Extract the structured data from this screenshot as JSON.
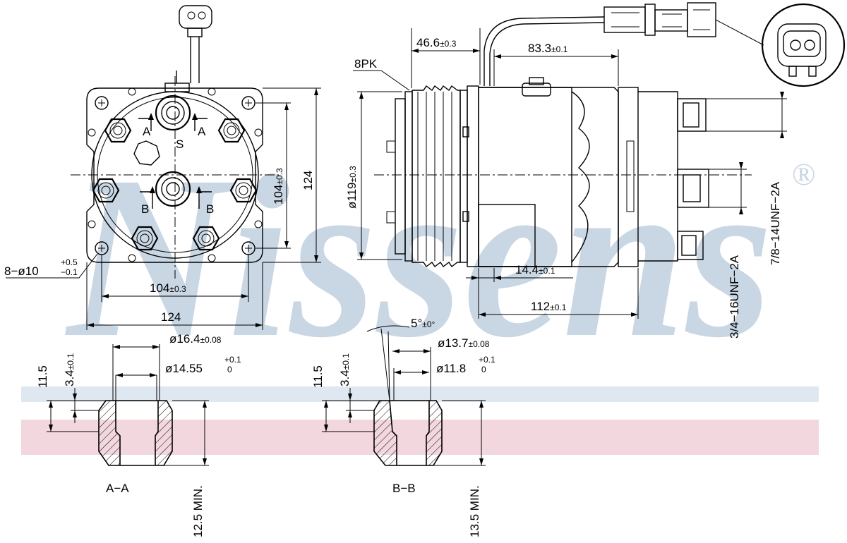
{
  "watermark": {
    "brand": "Nissens",
    "registered": "®",
    "color": "#c9d6e4",
    "band_blue": "#dfe8f1",
    "band_pink": "#f3d7de"
  },
  "front_view": {
    "label_a": "A",
    "label_s": "S",
    "label_b": "B",
    "dim_bolt_width": "104",
    "dim_bolt_width_tol": "±0.3",
    "dim_overall_width": "124",
    "dim_bolt_height": "104",
    "dim_bolt_height_tol": "±0.3",
    "dim_overall_height": "124",
    "holes_base": "8−ø10",
    "holes_tol_upper": "+0.5",
    "holes_tol_lower": "−0.1"
  },
  "side_view": {
    "belt": "8PK",
    "dim_pulley_width": "46.6",
    "dim_pulley_width_tol": "±0.3",
    "dim_body": "83.3",
    "dim_body_tol": "±0.1",
    "dim_pulley_dia": "ø119",
    "dim_pulley_dia_tol": "±0.3",
    "dim_offset": "14.4",
    "dim_offset_tol": "±0.1",
    "dim_length": "112",
    "dim_length_tol": "±0.1",
    "thread_upper": "7/8−14UNF−2A",
    "thread_lower": "3/4−16UNF−2A"
  },
  "section_aa": {
    "label": "A−A",
    "dia_outer": "ø16.4",
    "dia_outer_tol": "±0.08",
    "dia_inner": "ø14.55",
    "dia_inner_tol_upper": "+0.1",
    "dia_inner_tol_lower": "0",
    "depth_total": "11.5",
    "depth_step": "3.4",
    "depth_step_tol": "±0.1",
    "min_len": "12.5 MIN."
  },
  "section_bb": {
    "label": "B−B",
    "angle": "5°",
    "angle_tol": "±0°",
    "dia_outer": "ø13.7",
    "dia_outer_tol": "±0.08",
    "dia_inner": "ø11.8",
    "dia_inner_tol_upper": "+0.1",
    "dia_inner_tol_lower": "0",
    "depth_total": "11.5",
    "depth_step": "3.4",
    "depth_step_tol": "±0.1",
    "min_len": "13.5 MIN."
  }
}
